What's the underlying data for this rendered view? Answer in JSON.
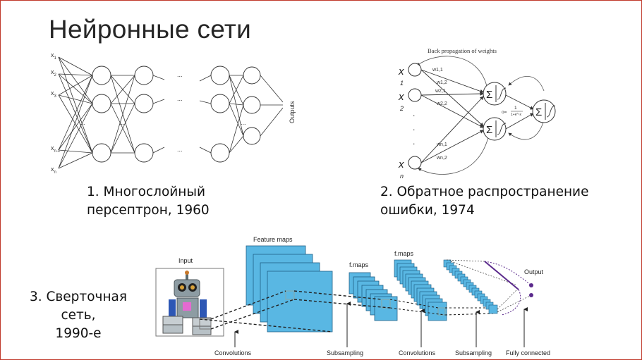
{
  "slide": {
    "title": "Нейронные сети",
    "captions": {
      "mlp_line1": "1. Многослойный",
      "mlp_line2": "персептрон, 1960",
      "bp_line1": "2. Обратное распространение",
      "bp_line2": "ошибки, 1974",
      "cnn_line1": "3. Сверточная сеть,",
      "cnn_line2": "1990-е"
    }
  },
  "mlp": {
    "inputs": [
      "x",
      "x",
      "x",
      "x",
      "x"
    ],
    "input_subs": [
      "1",
      "2",
      "3",
      "n-1",
      "n"
    ],
    "ellipsis": "...",
    "outputs_label": "Outputs"
  },
  "backprop": {
    "header": "Back propagation of weights",
    "x_labels": [
      "x",
      "x",
      "x"
    ],
    "x_subs": [
      "1",
      "2",
      "n"
    ],
    "weights": [
      "w1,1",
      "w1,2",
      "w2,1",
      "w2,2",
      "wn,1",
      "wn,2"
    ],
    "sigma": "Σ",
    "formula_prefix": "o=",
    "formula_num": "1",
    "formula_den": "1+e^-x",
    "dot": "."
  },
  "cnn": {
    "input_label": "Input",
    "feature_maps_label": "Feature maps",
    "fmaps_label_1": "f.maps",
    "fmaps_label_2": "f.maps",
    "output_label": "Output",
    "stage_labels": [
      "Convolutions",
      "Subsampling",
      "Convolutions",
      "Subsampling",
      "Fully connected"
    ],
    "colors": {
      "map_fill": "#59b7e3",
      "map_stroke": "#1f5f86",
      "output_line": "#5b2a8c"
    }
  }
}
